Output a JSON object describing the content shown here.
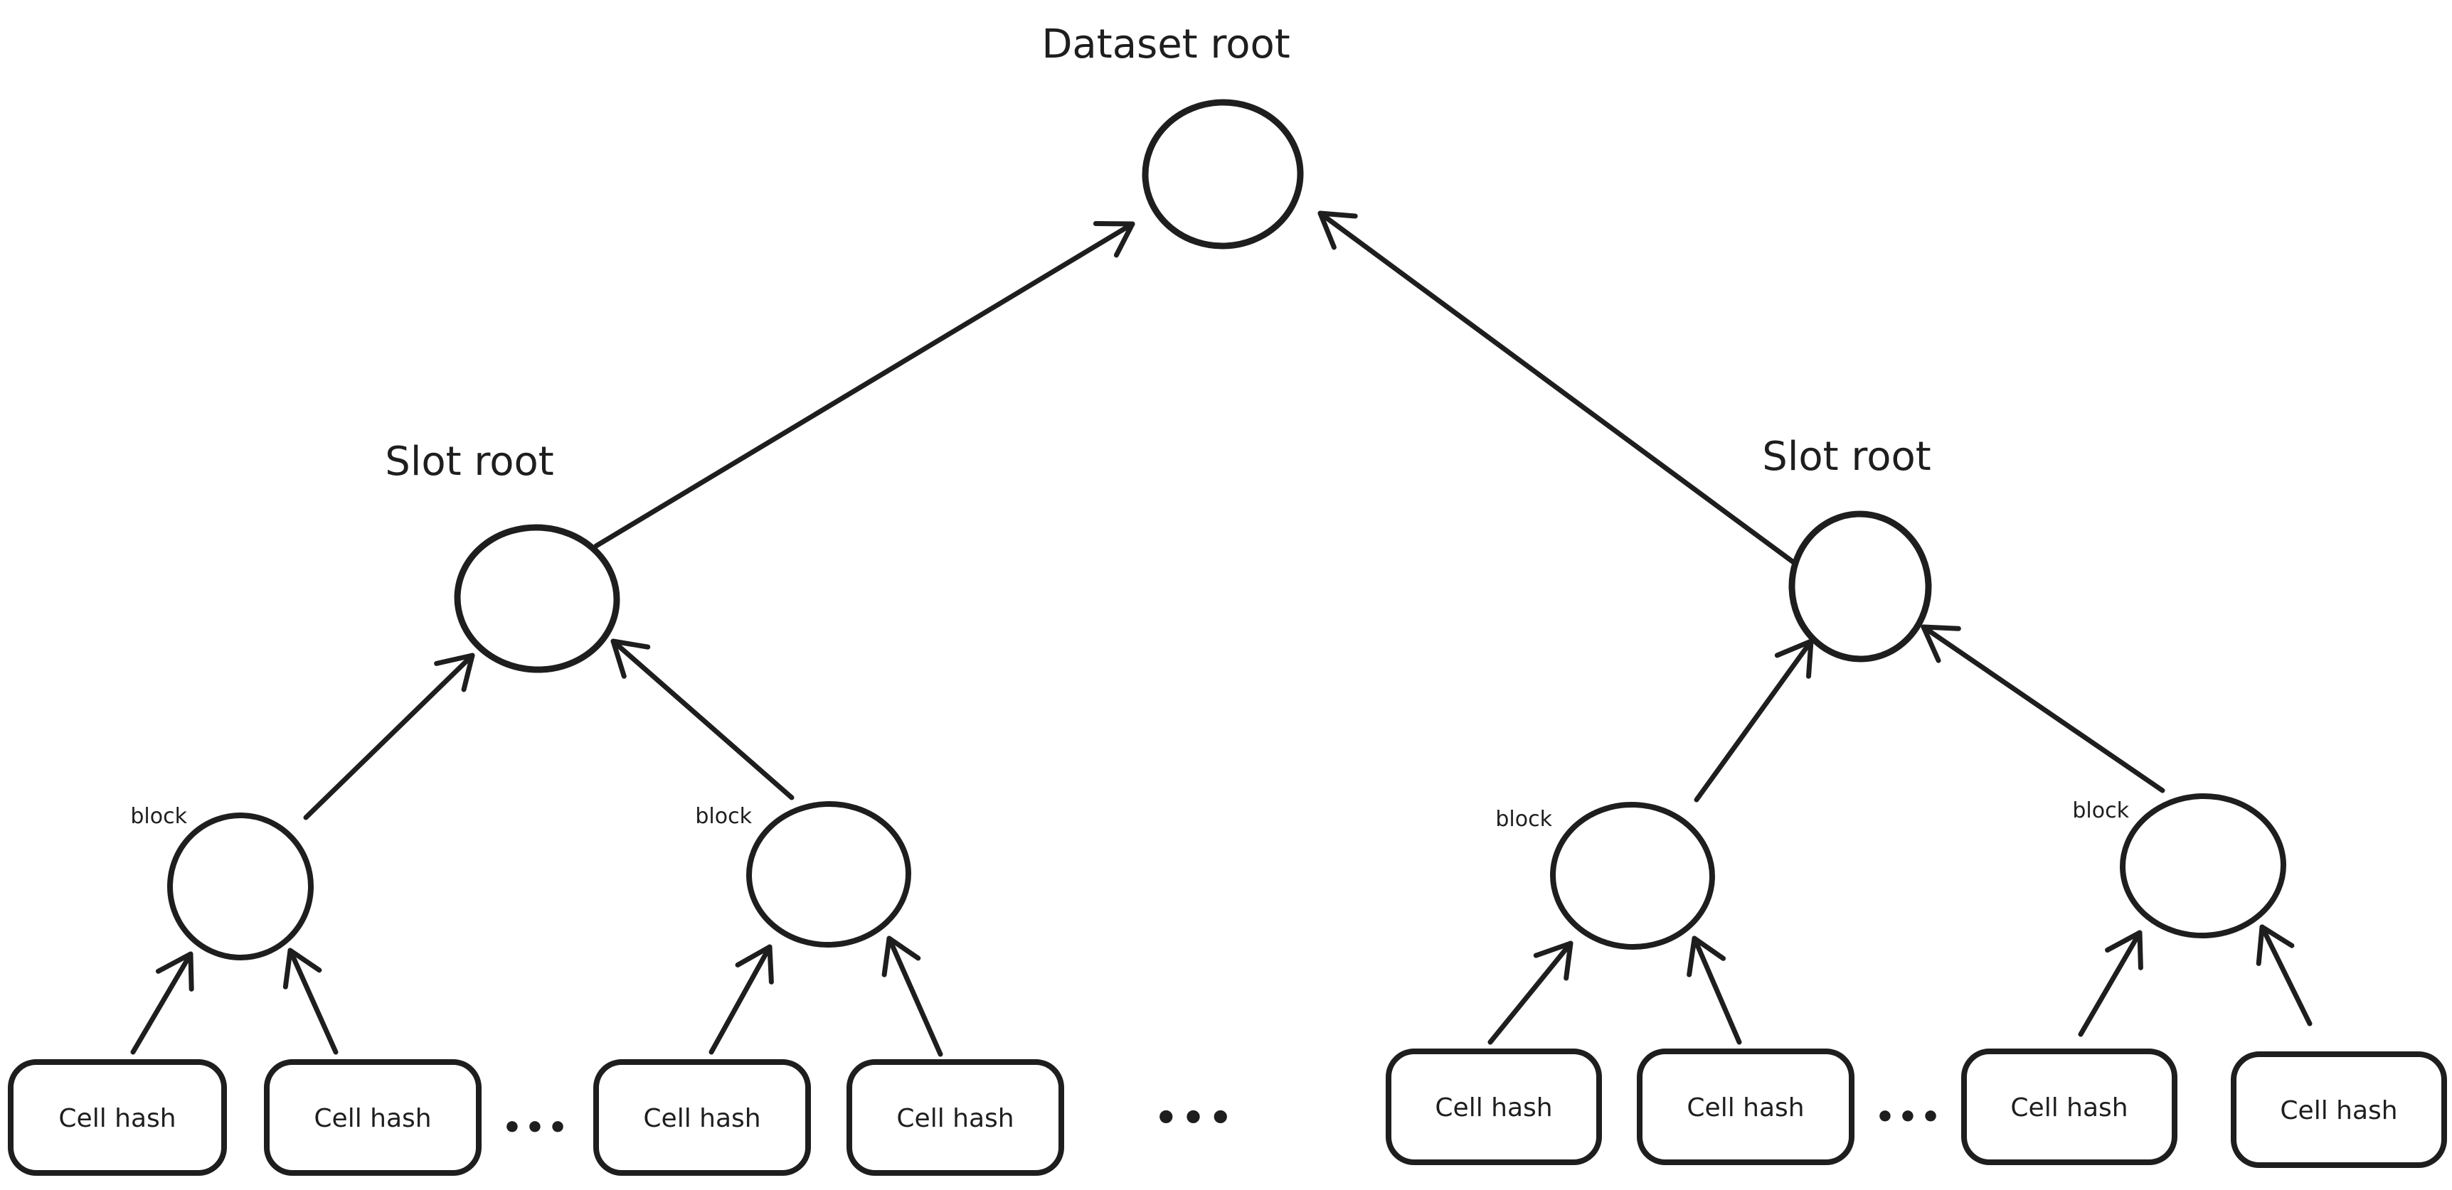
{
  "diagram": {
    "type": "merkle-tree",
    "colors": {
      "green": "#b2f2bb",
      "pink": "#ffc9c9",
      "ink": "#1e1e1e",
      "background": "#ffffff"
    },
    "dataset_root": {
      "label": "Dataset root"
    },
    "slot_roots": [
      {
        "label": "Slot root"
      },
      {
        "label": "Slot root"
      }
    ],
    "blocks": [
      {
        "label": "block"
      },
      {
        "label": "block"
      },
      {
        "label": "block"
      },
      {
        "label": "block"
      }
    ],
    "cell_hashes": [
      {
        "label": "Cell hash"
      },
      {
        "label": "Cell hash"
      },
      {
        "label": "Cell hash"
      },
      {
        "label": "Cell hash"
      },
      {
        "label": "Cell hash"
      },
      {
        "label": "Cell hash"
      },
      {
        "label": "Cell hash"
      },
      {
        "label": "Cell hash"
      }
    ],
    "ellipsis": {
      "left": "•••",
      "center": "•••",
      "right": "•••"
    },
    "edges": [
      {
        "from": "slot-root-left",
        "to": "dataset-root"
      },
      {
        "from": "slot-root-right",
        "to": "dataset-root"
      },
      {
        "from": "block-1",
        "to": "slot-root-left"
      },
      {
        "from": "block-2",
        "to": "slot-root-left"
      },
      {
        "from": "block-3",
        "to": "slot-root-right"
      },
      {
        "from": "block-4",
        "to": "slot-root-right"
      },
      {
        "from": "cell-hash-1",
        "to": "block-1"
      },
      {
        "from": "cell-hash-2",
        "to": "block-1"
      },
      {
        "from": "cell-hash-3",
        "to": "block-2"
      },
      {
        "from": "cell-hash-4",
        "to": "block-2"
      },
      {
        "from": "cell-hash-5",
        "to": "block-3"
      },
      {
        "from": "cell-hash-6",
        "to": "block-3"
      },
      {
        "from": "cell-hash-7",
        "to": "block-4"
      },
      {
        "from": "cell-hash-8",
        "to": "block-4"
      }
    ]
  }
}
